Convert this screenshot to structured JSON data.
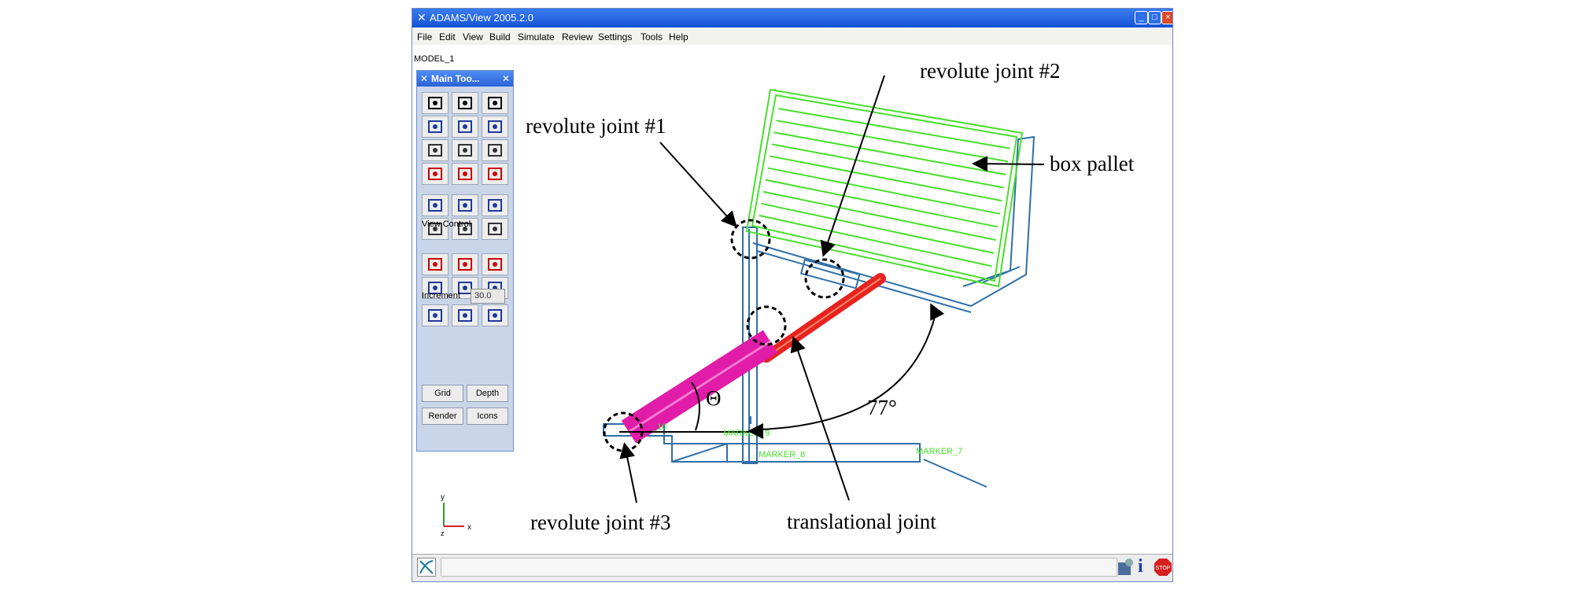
{
  "window": {
    "title": "ADAMS/View 2005.2.0"
  },
  "menu": [
    {
      "label": "File"
    },
    {
      "label": "Edit"
    },
    {
      "label": "View"
    },
    {
      "label": "Build"
    },
    {
      "label": "Simulate"
    },
    {
      "label": "Review"
    },
    {
      "label": "Settings"
    },
    {
      "label": "Tools"
    },
    {
      "label": "Help"
    }
  ],
  "model_name": "MODEL_1",
  "toolbox": {
    "title": "Main Too...",
    "view_control_label": "View Control",
    "increment_label": "Increment",
    "increment_value": "30.0",
    "buttons": {
      "grid": "Grid",
      "depth": "Depth",
      "render": "Render",
      "icons": "Icons"
    },
    "tool_icons": [
      "select-arrow-icon",
      "marker-axes-icon",
      "geometry-compass-icon",
      "joint-icon",
      "part-icon",
      "calculator-icon",
      "motion-icon",
      "measure-icon",
      "connector-icon",
      "slice-icon",
      "spring-icon",
      "plot-icon",
      "zoom-fit-icon",
      "zoom-region-icon",
      "zoom-pen-icon",
      "rotate-icon",
      "translate-icon",
      "magnifier-icon",
      "view-front-icon",
      "view-top-icon",
      "view-side-icon",
      "view-iso-icon",
      "view-axes-xy-icon",
      "view-axes-yz-icon",
      "render-wire-icon",
      "render-box-icon",
      "render-fill-icon"
    ]
  },
  "triad": {
    "x_label": "x",
    "y_label": "y",
    "z_label": "z"
  },
  "marker_labels": [
    "MARKER_8",
    "MARKER_9",
    "MARKER_7",
    "_10"
  ],
  "annotations": {
    "rj1": "revolute joint  #1",
    "rj2": "revolute joint  #2",
    "rj3": "revolute joint  #3",
    "box_pallet": "box  pallet",
    "translational": "translational joint",
    "theta": "Θ",
    "angle": "77°"
  },
  "colors": {
    "frame": "#2f6fa8",
    "pallet": "#47e02a",
    "cylinder": "#e01ca8",
    "rod": "#e8231f",
    "title": "#2b62d8"
  },
  "status": {
    "icons": [
      "tools-icon",
      "info-icon",
      "stop-icon"
    ]
  }
}
